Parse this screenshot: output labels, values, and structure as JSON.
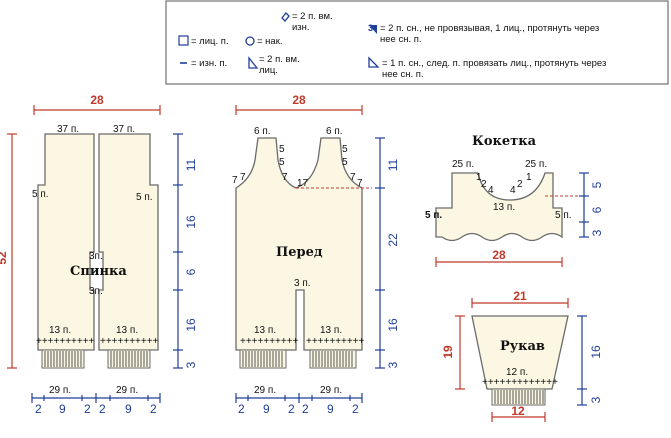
{
  "legend": {
    "items": [
      {
        "key": "p2_vm_izn",
        "text_line1": "= 2 п. вм.",
        "text_line2": "изн."
      },
      {
        "key": "lic_p",
        "text": "= лиц. п."
      },
      {
        "key": "nak",
        "text": "= нак."
      },
      {
        "key": "izn_p",
        "text": "= изн. п."
      },
      {
        "key": "p2_vm_lic",
        "text_line1": "= 2 п. вм.",
        "text_line2": "лиц."
      },
      {
        "key": "p2_sn",
        "text_line1": "= 2 п. сн., не провязывая, 1 лиц., протянуть через",
        "text_line2": "нее сн. п."
      },
      {
        "key": "p1_sn",
        "text_line1": "= 1 п. сн., след. п. провязать лиц., протянуть через",
        "text_line2": "нее сн. п."
      }
    ]
  },
  "back": {
    "title": "Спинка",
    "width_top": "28",
    "height_total": "52",
    "top_left": "37 п.",
    "top_right": "37 п.",
    "side_left": "5 п.",
    "side_right": "5 п.",
    "slit_top": "3п.",
    "slit_bottom": "3п.",
    "bottom_left": "13 п.",
    "bottom_right": "13 п.",
    "cuff_left": "29 п.",
    "cuff_right": "29 п.",
    "bottom_dims": [
      "2",
      "9",
      "2",
      "2",
      "9",
      "2"
    ],
    "vertical_dims": [
      "11",
      "16",
      "6",
      "16",
      "3"
    ]
  },
  "front": {
    "title": "Перед",
    "width_top": "28",
    "strap_left": "6 п.",
    "strap_right": "6 п.",
    "strap_steps": [
      "5",
      "5",
      "5",
      "5"
    ],
    "neck_left": "7",
    "neck_right": "7",
    "armhole_left": "7",
    "armhole_right": "7",
    "center": "17",
    "slit": "3 п.",
    "bottom_left": "13 п.",
    "bottom_right": "13 п.",
    "cuff_left": "29 п.",
    "cuff_right": "29 п.",
    "bottom_dims": [
      "2",
      "9",
      "2",
      "2",
      "9",
      "2"
    ],
    "vertical_dims": [
      "11",
      "22",
      "16",
      "3"
    ]
  },
  "yoke": {
    "title": "Кокетка",
    "top_left": "25 п.",
    "top_right": "25 п.",
    "neck_steps": [
      "1",
      "2",
      "4",
      "4",
      "2",
      "1"
    ],
    "center": "13 п.",
    "side_left": "5 п.",
    "side_right": "5 п.",
    "width": "28",
    "vertical_dims": [
      "5",
      "6",
      "3"
    ]
  },
  "sleeve": {
    "title": "Рукав",
    "width_top": "21",
    "height": "19",
    "bottom": "12 п.",
    "cuff_width": "12",
    "vertical_dims": [
      "16",
      "3"
    ]
  }
}
